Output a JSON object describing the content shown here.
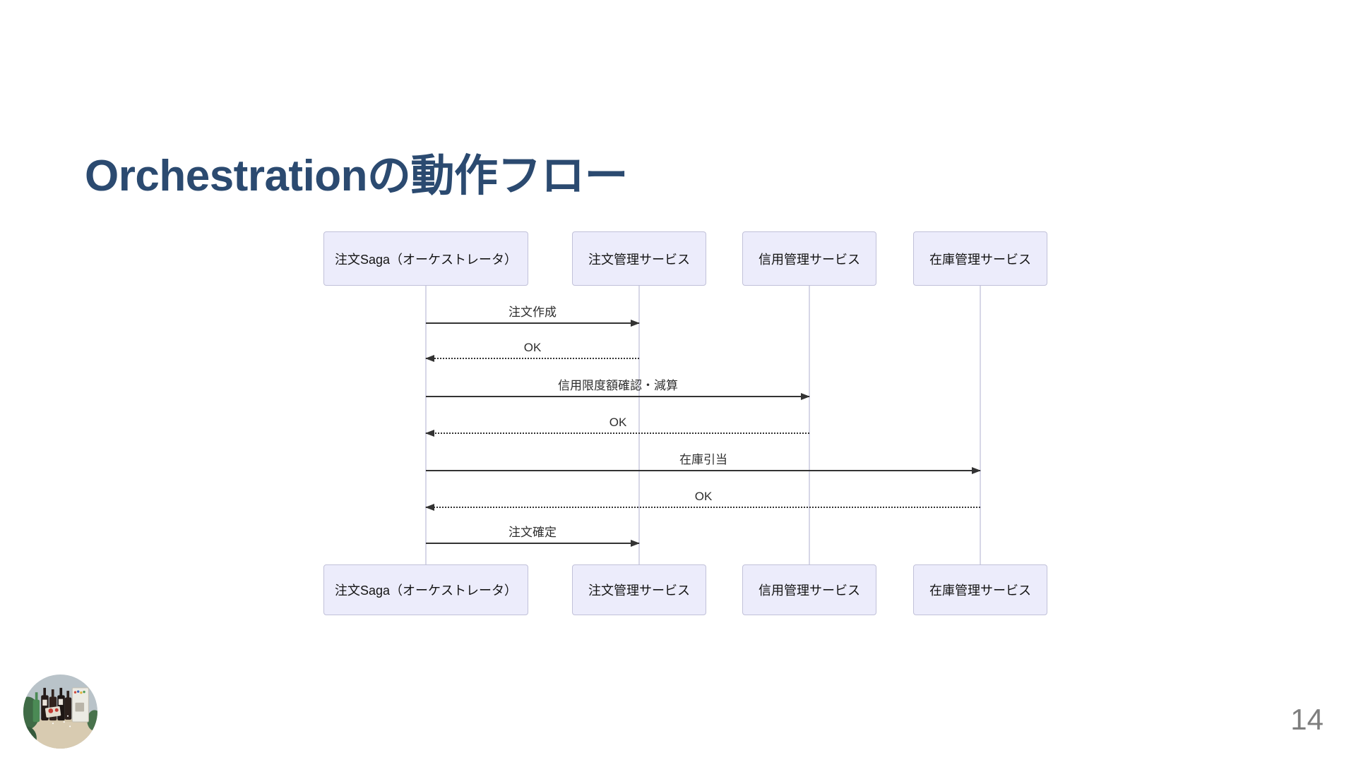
{
  "slide": {
    "title": "Orchestrationの動作フロー",
    "page_number": "14"
  },
  "colors": {
    "background": "#ffffff",
    "title_text": "#2b4a70",
    "participant_fill": "#ececfb",
    "participant_border": "#c1c1d9",
    "lifeline": "#d7d7e7",
    "arrow": "#333333",
    "message_text": "#2e2e2e",
    "page_number_text": "#7e7e7e"
  },
  "diagram": {
    "type": "sequence-diagram",
    "participants": [
      {
        "id": "saga",
        "label": "注文Saga（オーケストレータ）"
      },
      {
        "id": "order",
        "label": "注文管理サービス"
      },
      {
        "id": "credit",
        "label": "信用管理サービス"
      },
      {
        "id": "stock",
        "label": "在庫管理サービス"
      }
    ],
    "messages": [
      {
        "from": "saga",
        "to": "order",
        "label": "注文作成",
        "line": "solid",
        "direction": "right"
      },
      {
        "from": "order",
        "to": "saga",
        "label": "OK",
        "line": "dotted",
        "direction": "left"
      },
      {
        "from": "saga",
        "to": "credit",
        "label": "信用限度額確認・減算",
        "line": "solid",
        "direction": "right"
      },
      {
        "from": "credit",
        "to": "saga",
        "label": "OK",
        "line": "dotted",
        "direction": "left"
      },
      {
        "from": "saga",
        "to": "stock",
        "label": "在庫引当",
        "line": "solid",
        "direction": "right"
      },
      {
        "from": "stock",
        "to": "saga",
        "label": "OK",
        "line": "dotted",
        "direction": "left"
      },
      {
        "from": "saga",
        "to": "order",
        "label": "注文確定",
        "line": "solid",
        "direction": "right"
      }
    ]
  },
  "footer": {
    "avatar_icon": "profile-photo-circle"
  }
}
